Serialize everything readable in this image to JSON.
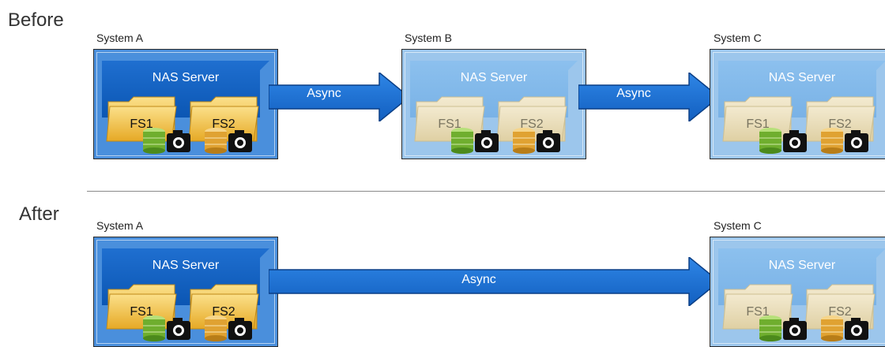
{
  "sections": {
    "before": "Before",
    "after": "After"
  },
  "before": {
    "systems": [
      {
        "name": "System A",
        "server": "NAS Server",
        "fs": [
          "FS1",
          "FS2"
        ]
      },
      {
        "name": "System B",
        "server": "NAS Server",
        "fs": [
          "FS1",
          "FS2"
        ]
      },
      {
        "name": "System C",
        "server": "NAS Server",
        "fs": [
          "FS1",
          "FS2"
        ]
      }
    ],
    "links": [
      "Async",
      "Async"
    ]
  },
  "after": {
    "systems": [
      {
        "name": "System A",
        "server": "NAS Server",
        "fs": [
          "FS1",
          "FS2"
        ]
      },
      {
        "name": "System C",
        "server": "NAS Server",
        "fs": [
          "FS1",
          "FS2"
        ]
      }
    ],
    "links": [
      "Async"
    ]
  },
  "colors": {
    "primary_fill": "#4a8fdc",
    "replica_fill": "#9cc6ec",
    "arrow_fill": "#1c6fd0",
    "folder_yellow": "#f3c64a"
  },
  "icons": [
    "folder-icon",
    "database-icon",
    "camera-icon"
  ]
}
